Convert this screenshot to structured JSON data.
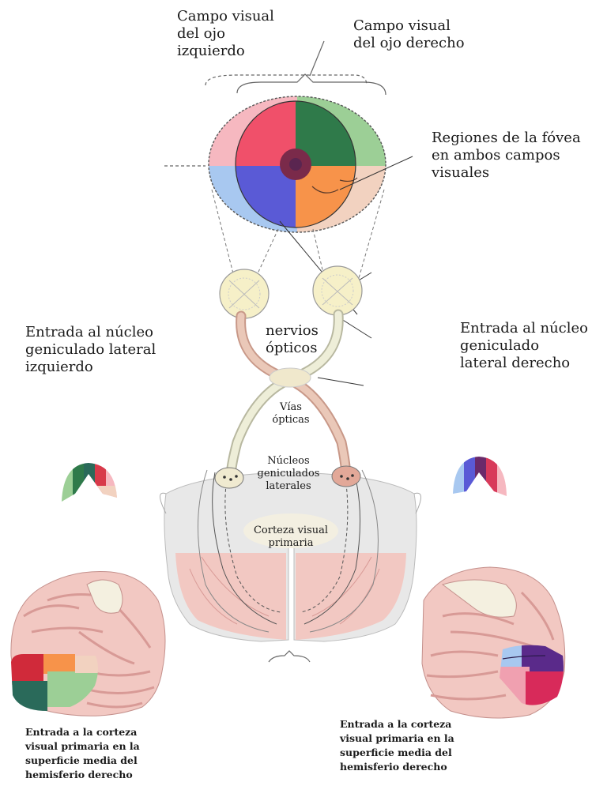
{
  "labels": {
    "left_eye_field": "Campo visual\ndel ojo\nizquierdo",
    "right_eye_field": "Campo visual\ndel ojo derecho",
    "fovea_regions": "Regiones de la fóvea\nen ambos campos\nvisuales",
    "left_lgn_input": "Entrada al núcleo\ngeniculado lateral\nizquierdo",
    "right_lgn_input": "Entrada al núcleo\ngeniculado\nlateral derecho",
    "optic_nerves": "nervios\nópticos",
    "optic_tracts": "Vías\nópticas",
    "lgn_nuclei": "Núcleos\ngeniculados\nlaterales",
    "primary_visual_cortex": "Corteza visual\nprimaria",
    "left_cortex_input": "Entrada a la corteza\nvisual primaria en la\nsuperficie media del\nhemisferio derecho",
    "right_cortex_input": "Entrada a la corteza\nvisual primaria en la\nsuperficie media del\nhemisferio derecho"
  },
  "colors": {
    "red": "#f0506a",
    "pink": "#f6b8c0",
    "dark_green": "#2f7a4a",
    "light_green": "#9ccf96",
    "blue": "#5a5ad6",
    "light_blue": "#a8c8f0",
    "orange": "#f7934a",
    "peach": "#f2d2c0",
    "fovea_dark": "#7a2a4a",
    "cortex": "#f2c8c2",
    "cortex_stripe": "#d89a96",
    "tissue": "#e6e6e6"
  }
}
